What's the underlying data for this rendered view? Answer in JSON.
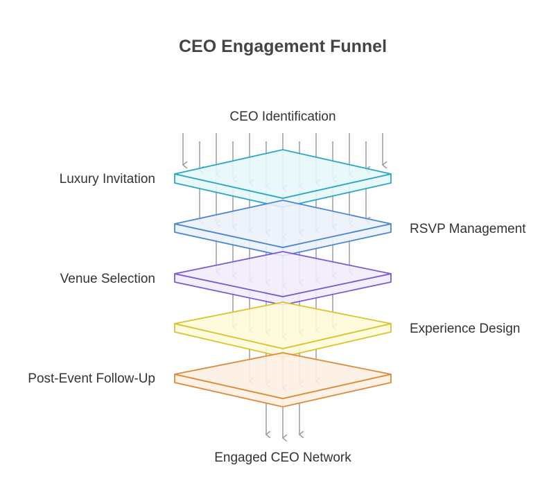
{
  "title": "CEO Engagement Funnel",
  "input_label": "CEO Identification",
  "output_label": "Engaged CEO Network",
  "layers": [
    {
      "label": "Luxury Invitation",
      "side": "left",
      "stroke": "#2aa8c4",
      "fill": "#e6f7fb"
    },
    {
      "label": "RSVP Management",
      "side": "right",
      "stroke": "#4a86d8",
      "fill": "#eaf0fb"
    },
    {
      "label": "Venue Selection",
      "side": "left",
      "stroke": "#7b5ad6",
      "fill": "#f0ecfb"
    },
    {
      "label": "Experience Design",
      "side": "right",
      "stroke": "#d9c42a",
      "fill": "#fdf9d8"
    },
    {
      "label": "Post-Event Follow-Up",
      "side": "left",
      "stroke": "#df8a35",
      "fill": "#fdeee0"
    }
  ],
  "arrow_color": "#9a9a9a"
}
